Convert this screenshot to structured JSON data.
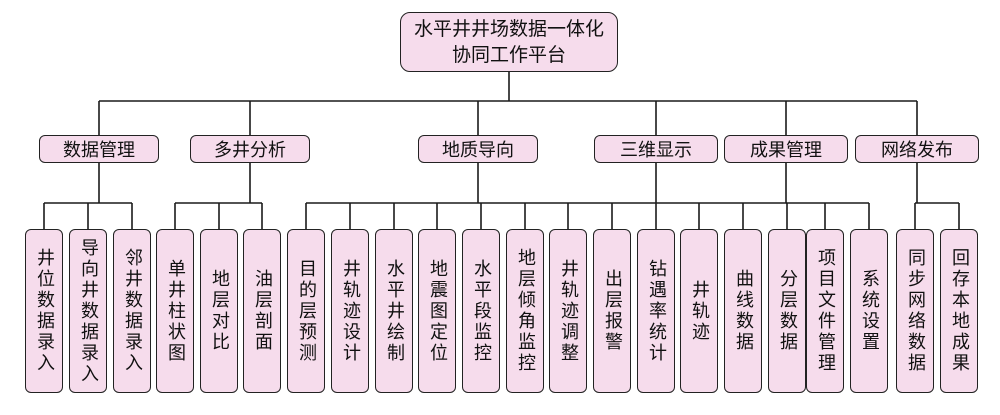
{
  "root": {
    "line1": "水平井井场数据一体化",
    "line2": "协同工作平台"
  },
  "categories": [
    {
      "label": "数据管理",
      "leaves": [
        "井位数据录入",
        "导向井数据录入",
        "邻井数据录入"
      ]
    },
    {
      "label": "多井分析",
      "leaves": [
        "单井柱状图",
        "地层对比",
        "油层剖面"
      ]
    },
    {
      "label": "地质导向",
      "leaves": [
        "目的层预测",
        "井轨迹设计",
        "水平井绘制",
        "地震图定位",
        "水平段监控",
        "地层倾角监控",
        "井轨迹调整",
        "出层报警",
        "钻遇率统计"
      ]
    },
    {
      "label": "三维显示",
      "leaves": [
        "井轨迹",
        "曲线数据",
        "分层数据"
      ]
    },
    {
      "label": "成果管理",
      "leaves": [
        "项目文件管理",
        "系统设置"
      ]
    },
    {
      "label": "网络发布",
      "leaves": [
        "同步网络数据",
        "回存本地成果"
      ]
    }
  ]
}
